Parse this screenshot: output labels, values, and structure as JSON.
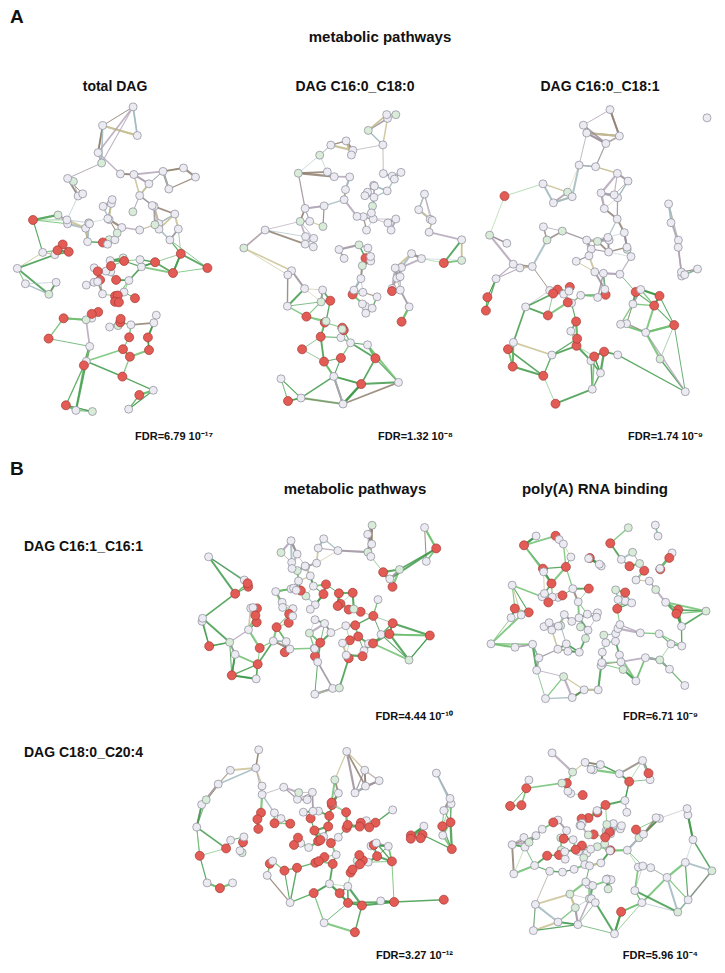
{
  "diagram": {
    "labels": [
      "A",
      "metabolic pathways",
      "total DAG",
      "DAG C16:0_C18:0",
      "DAG C16:0_C18:1",
      "FDR=6.79 10⁻¹⁷",
      "FDR=1.32 10⁻⁸",
      "FDR=1.74 10⁻⁹",
      "B",
      "metabolic pathways",
      "poly(A) RNA binding",
      "DAG C16:1_C16:1",
      "FDR=4.44 10⁻¹⁰",
      "FDR=6.71 10⁻⁹",
      "DAG C18:0_C20:4",
      "FDR=3.27 10⁻¹²",
      "FDR=5.96 10⁻⁴"
    ]
  }
}
